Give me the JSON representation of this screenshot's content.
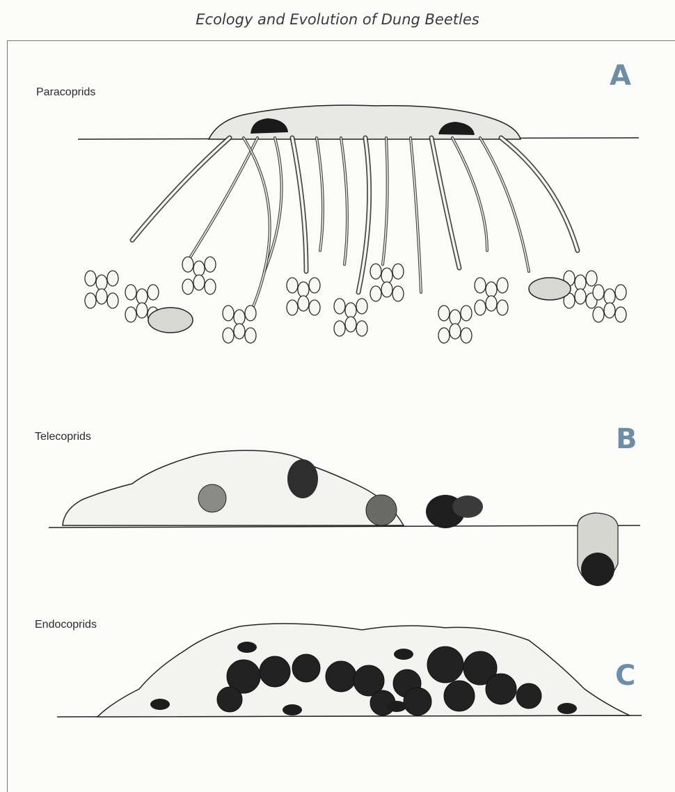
{
  "page": {
    "header": "Ecology and Evolution of Dung Beetles"
  },
  "figure": {
    "panels": [
      {
        "letter": "A",
        "label": "Paracoprids"
      },
      {
        "letter": "B",
        "label": "Telecoprids"
      },
      {
        "letter": "C",
        "label": "Endocoprids"
      }
    ]
  }
}
